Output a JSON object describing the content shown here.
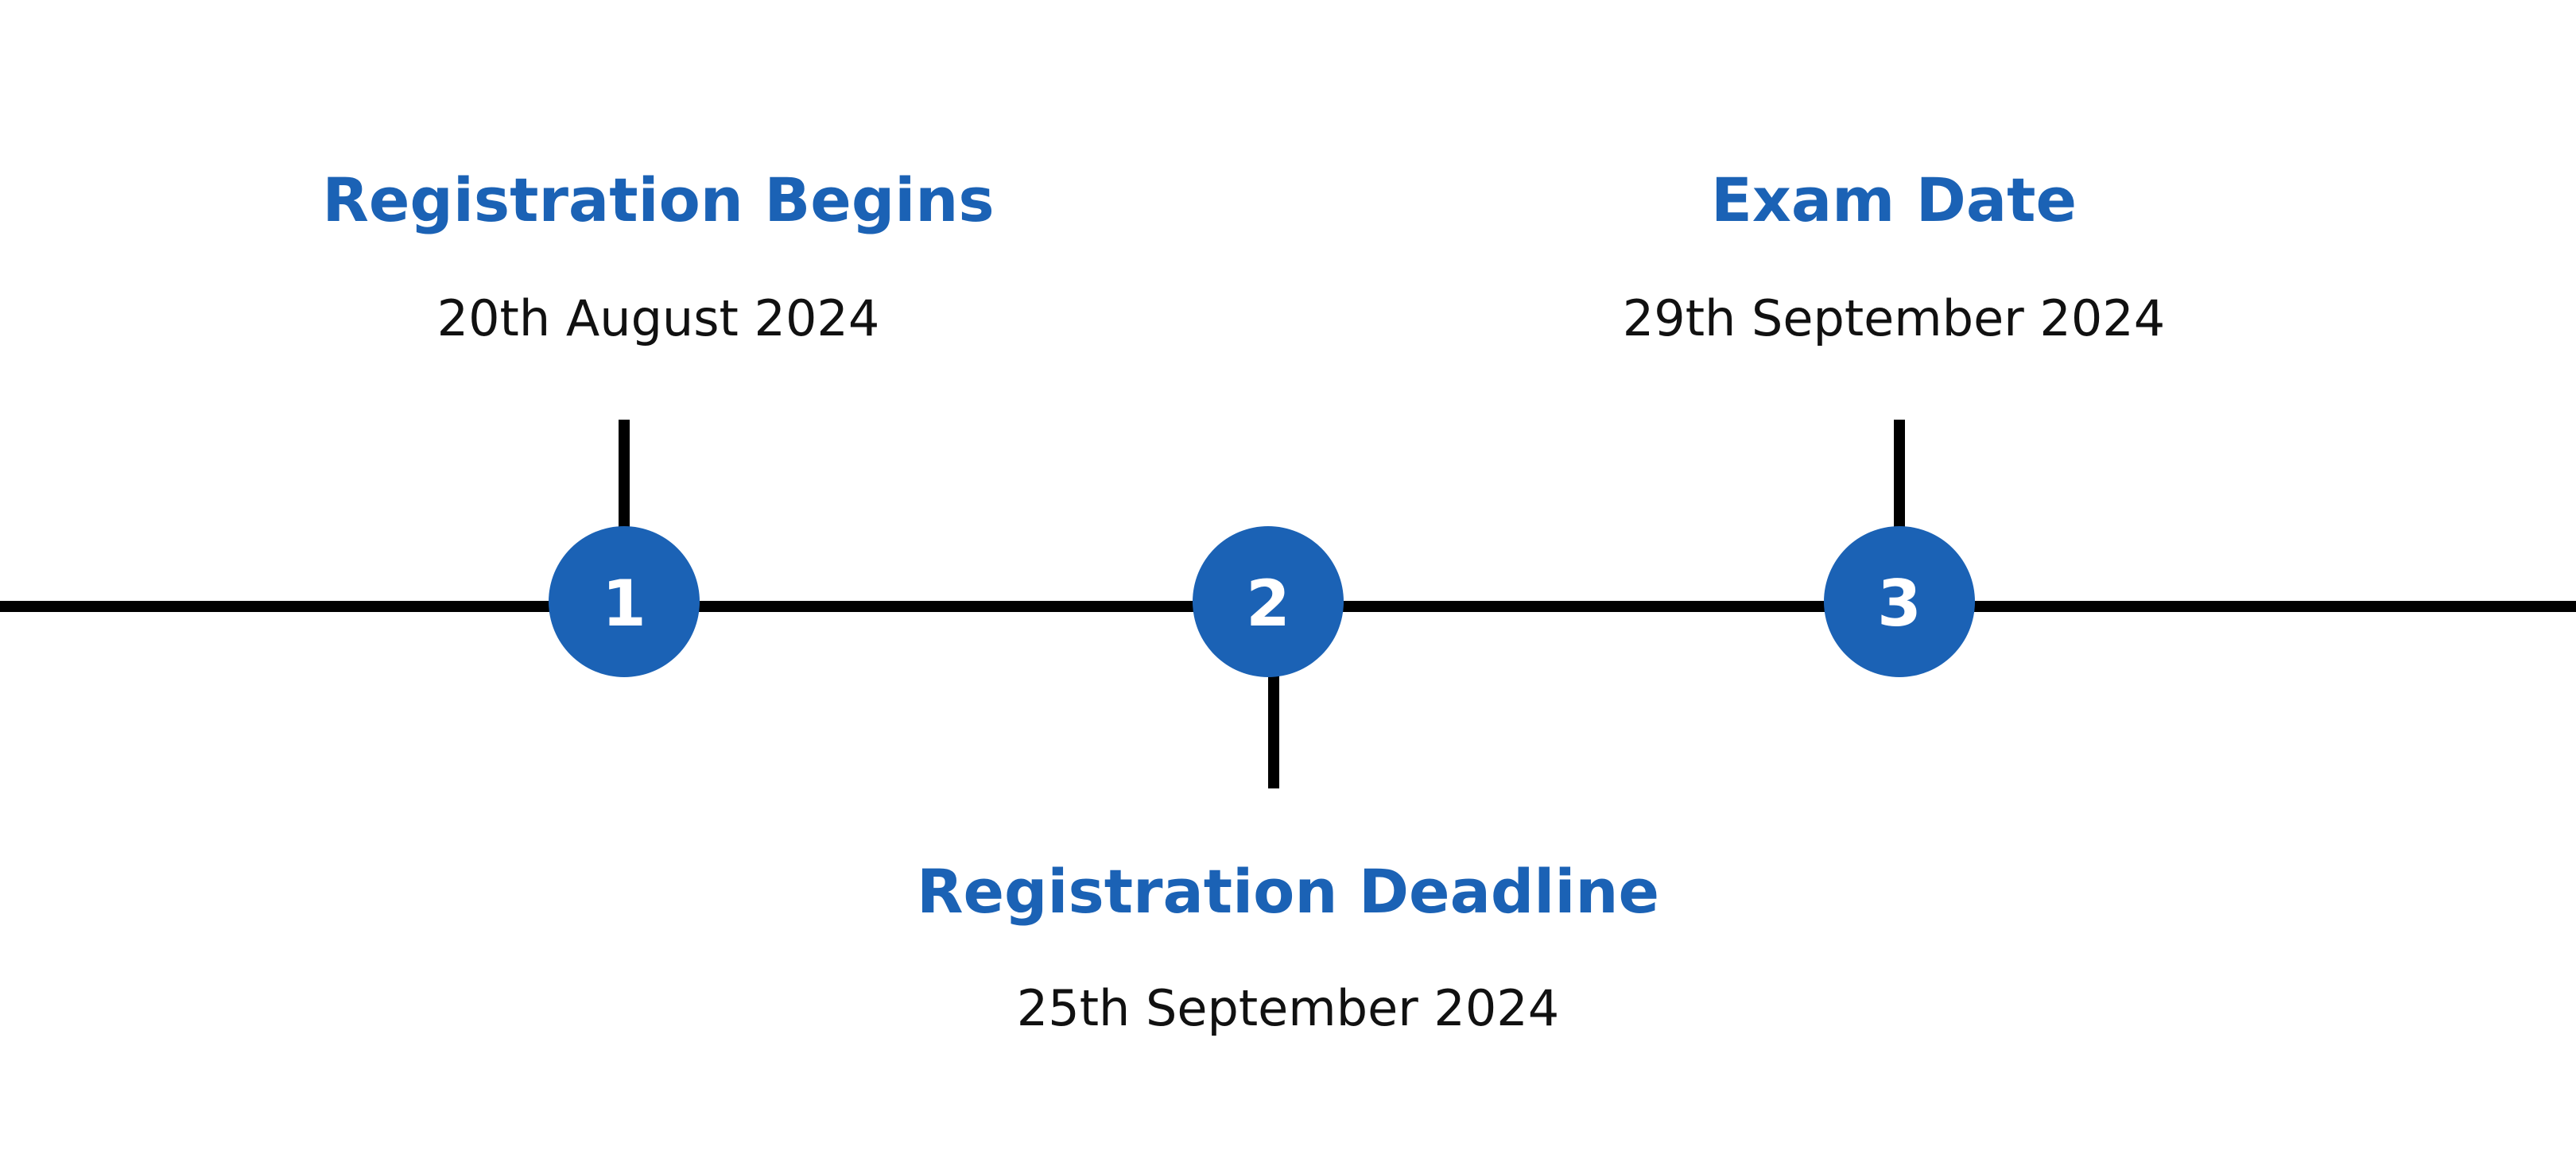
{
  "colors": {
    "accent": "#1b62b5",
    "line": "#000000",
    "text": "#111111",
    "marker_text": "#ffffff"
  },
  "milestones": [
    {
      "number": "1",
      "title": "Registration Begins",
      "date": "20th August 2024",
      "label_position": "above"
    },
    {
      "number": "2",
      "title": "Registration Deadline",
      "date": "25th September 2024",
      "label_position": "below"
    },
    {
      "number": "3",
      "title": "Exam Date",
      "date": "29th September 2024",
      "label_position": "above"
    }
  ]
}
